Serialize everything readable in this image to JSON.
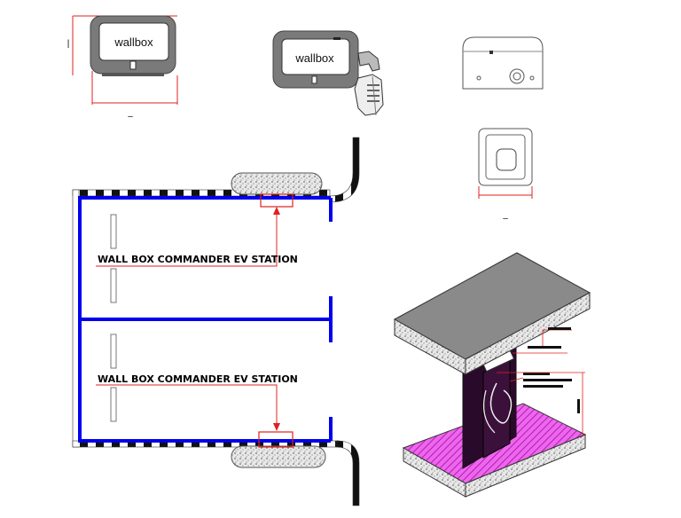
{
  "views": {
    "front_label": "wallbox",
    "side_label": "wallbox",
    "front_width_mark": "–",
    "front_height_mark": "|",
    "rear_width_mark": "–"
  },
  "plan": {
    "station_label_top": "WALL BOX COMMANDER EV STATION",
    "station_label_bottom": "WALL BOX COMMANDER EV STATION"
  },
  "colors": {
    "wall_blue": "#0000ee",
    "annotation_red": "#e02020",
    "device_grey": "#7a7a7a",
    "floor_magenta": "#e040e0",
    "pillar_purple": "#2a0a2a",
    "roof_grey": "#8a8a8a"
  }
}
